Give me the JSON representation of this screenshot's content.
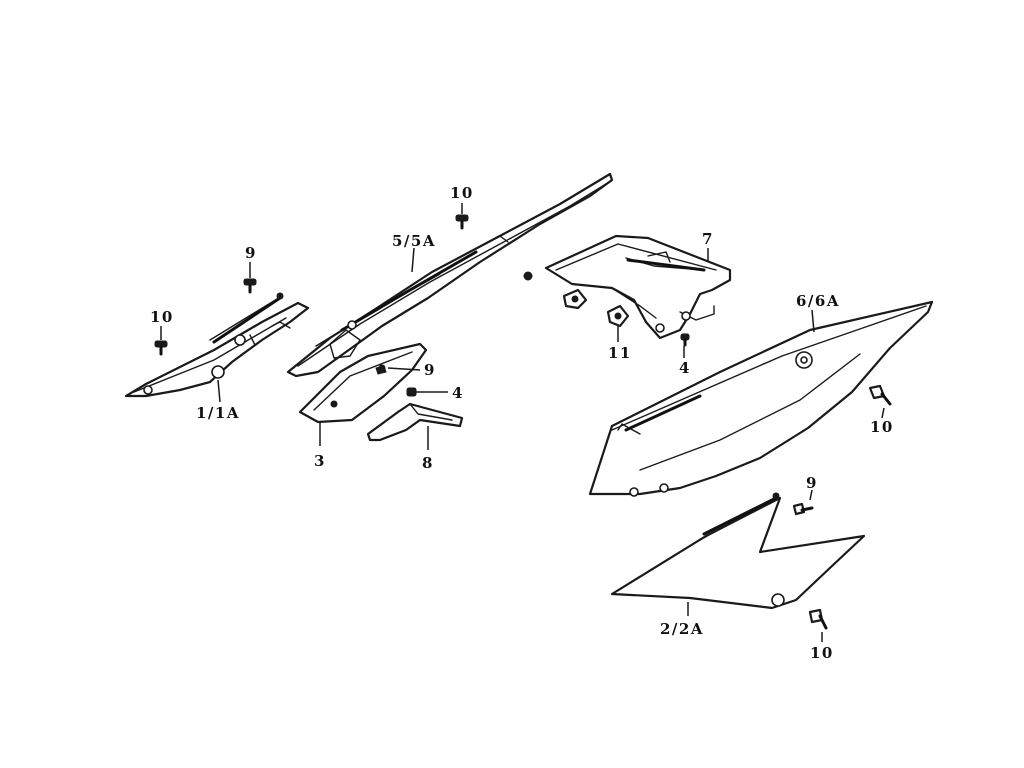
{
  "callouts": [
    {
      "id": "c-10-top",
      "text": "10"
    },
    {
      "id": "c-5-5a",
      "text": "5/5A"
    },
    {
      "id": "c-7",
      "text": "7"
    },
    {
      "id": "c-9-left",
      "text": "9"
    },
    {
      "id": "c-10-left",
      "text": "10"
    },
    {
      "id": "c-1-1a",
      "text": "1/1A"
    },
    {
      "id": "c-9-mid",
      "text": "9"
    },
    {
      "id": "c-4-mid",
      "text": "4"
    },
    {
      "id": "c-3",
      "text": "3"
    },
    {
      "id": "c-8",
      "text": "8"
    },
    {
      "id": "c-11",
      "text": "11"
    },
    {
      "id": "c-4-right",
      "text": "4"
    },
    {
      "id": "c-6-6a",
      "text": "6/6A"
    },
    {
      "id": "c-10-right",
      "text": "10"
    },
    {
      "id": "c-9-right",
      "text": "9"
    },
    {
      "id": "c-2-2a",
      "text": "2/2A"
    },
    {
      "id": "c-10-bottom",
      "text": "10"
    }
  ]
}
